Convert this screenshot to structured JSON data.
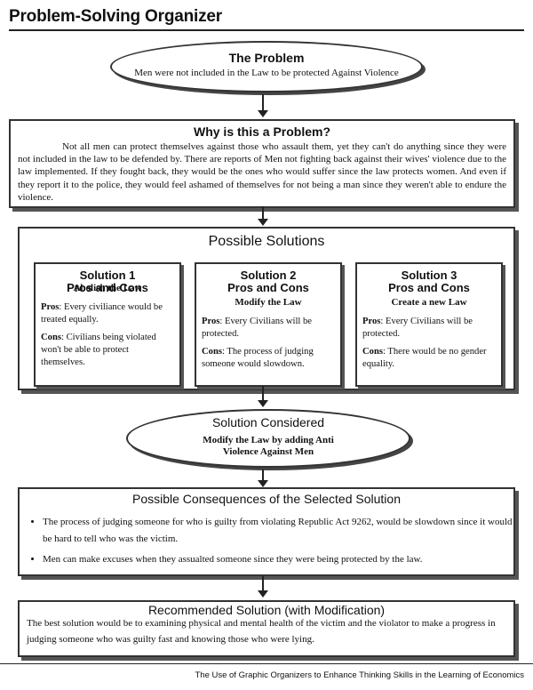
{
  "page": {
    "title": "Problem-Solving Organizer",
    "footer": "The Use of Graphic Organizers to Enhance Thinking Skills in the Learning of Economics"
  },
  "problem": {
    "heading": "The Problem",
    "text": "Men were not included in the Law to be protected Against Violence"
  },
  "why": {
    "heading": "Why is this a Problem?",
    "text": "Not all men can protect themselves against those who assault them, yet they can't do anything since they were not included in the law to be defended by. There are reports of Men not fighting back against their wives' violence due to the law implemented. If they fought back, they would be the ones who would suffer since the law protects women. And even if they report it to the police, they would feel ashamed of themselves for not being a man since they weren't able to endure the violence."
  },
  "solutions": {
    "heading": "Possible Solutions",
    "pros_label": "Pros",
    "cons_label": "Cons",
    "items": [
      {
        "title": "Solution 1",
        "subtitle": "Pros and Cons",
        "action": "Abolish the Law",
        "pros": "Every civiliance would be treated equally.",
        "cons": "Civilians being violated won't be able to protect themselves."
      },
      {
        "title": "Solution 2",
        "subtitle": "Pros and Cons",
        "action": "Modify the Law",
        "pros": "Every Civilians will be protected.",
        "cons": "The process of judging someone would slowdown."
      },
      {
        "title": "Solution 3",
        "subtitle": "Pros and Cons",
        "action": "Create a new Law",
        "pros": "Every Civilians will be protected.",
        "cons": "There would be no gender equality."
      }
    ]
  },
  "considered": {
    "heading": "Solution Considered",
    "text": "Modify the Law by adding Anti Violence Against Men"
  },
  "consequences": {
    "heading": "Possible Consequences of the Selected Solution",
    "items": [
      "The process of judging someone for who is guilty from violating Republic Act 9262, would be slowdown since it would be hard to tell who was the victim.",
      "Men can make excuses when they assualted someone since they were being protected by the law."
    ]
  },
  "recommended": {
    "heading": "Recommended Solution (with Modification)",
    "text": "The best solution would be to examining physical and mental health of the victim and the violator to make a progress in judging someone who was guilty fast and knowing those who were lying."
  }
}
